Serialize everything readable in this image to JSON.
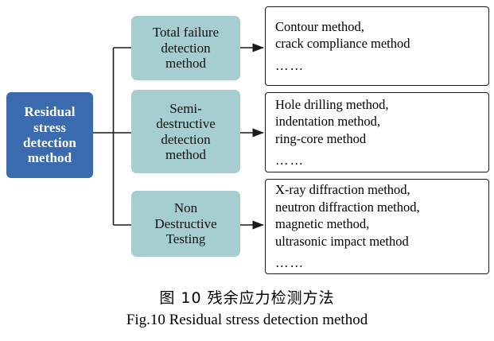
{
  "figure": {
    "root": {
      "label": "Residual\nstress\ndetection\nmethod",
      "color": "#3A6BAF",
      "text_color": "#FFFFFF"
    },
    "branch_color": "#A6CDCF",
    "line_color": "#1A1A1A",
    "branches": [
      {
        "name": "total-failure",
        "label": "Total failure\ndetection\nmethod",
        "methods": [
          "Contour method,",
          "crack compliance method"
        ],
        "ellipsis": "……"
      },
      {
        "name": "semi-destructive",
        "label": "Semi-\ndestructive\ndetection\nmethod",
        "methods": [
          "Hole drilling method,",
          "indentation method,",
          "ring-core method"
        ],
        "ellipsis": "……"
      },
      {
        "name": "non-destructive",
        "label": "Non\nDestructive\nTesting",
        "methods": [
          "X-ray diffraction method,",
          "neutron diffraction method,",
          "magnetic method,",
          "ultrasonic impact method"
        ],
        "ellipsis": "……"
      }
    ]
  },
  "caption": {
    "chinese": "图 10  残余应力检测方法",
    "english": "Fig.10 Residual stress detection method"
  }
}
